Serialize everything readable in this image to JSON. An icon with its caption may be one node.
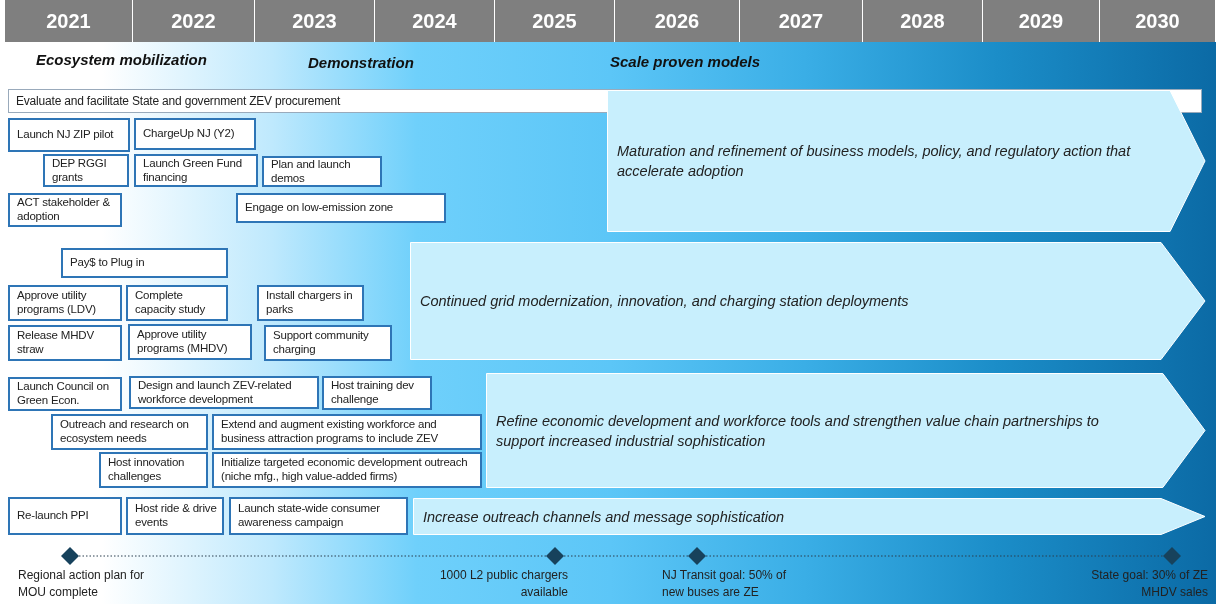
{
  "diagram": {
    "nodes": [
      {
        "text": [
          "2021"
        ]
      },
      {
        "text": [
          "2022"
        ]
      },
      {
        "text": [
          "2023"
        ]
      },
      {
        "text": [
          "2024"
        ]
      },
      {
        "text": [
          "2025"
        ]
      },
      {
        "text": [
          "2026"
        ]
      },
      {
        "text": [
          "2027"
        ]
      },
      {
        "text": [
          "2028"
        ]
      },
      {
        "text": [
          "2029"
        ]
      },
      {
        "text": [
          "2030"
        ]
      },
      {
        "text": [
          "Evaluate and facilitate State and government ZEV procurement"
        ]
      },
      {
        "text": [
          "Launch NJ ZIP pilot"
        ]
      },
      {
        "text": [
          "ChargeUp NJ (Y2)"
        ]
      },
      {
        "text": [
          "DEP RGGI grants"
        ]
      },
      {
        "text": [
          "Launch Green Fund financing"
        ]
      },
      {
        "text": [
          "Plan and launch demos"
        ]
      },
      {
        "text": [
          "ACT stakeholder & adoption"
        ]
      },
      {
        "text": [
          "Engage on low-emission zone"
        ]
      },
      {
        "text": [
          "Maturation and refinement of business models, policy, and regulatory action that accelerate adoption"
        ]
      },
      {
        "text": [
          "Pay$ to Plug in"
        ]
      },
      {
        "text": [
          "Approve utility programs (LDV)"
        ]
      },
      {
        "text": [
          "Complete capacity study"
        ]
      },
      {
        "text": [
          "Install chargers in parks"
        ]
      },
      {
        "text": [
          "Release MHDV straw"
        ]
      },
      {
        "text": [
          "Approve utility programs (MHDV)"
        ]
      },
      {
        "text": [
          "Support community charging"
        ]
      },
      {
        "text": [
          "Continued grid modernization, innovation, and charging station deployments"
        ]
      },
      {
        "text": [
          "Launch Council on Green Econ."
        ]
      },
      {
        "text": [
          "Design and launch ZEV-related workforce development"
        ]
      },
      {
        "text": [
          "Host training dev challenge"
        ]
      },
      {
        "text": [
          "Outreach and research on ecosystem needs"
        ]
      },
      {
        "text": [
          "Extend and augment existing workforce and business attraction programs to include ZEV"
        ]
      },
      {
        "text": [
          "Host innovation challenges"
        ]
      },
      {
        "text": [
          "Initialize targeted economic development outreach (niche mfg., high value-added firms)"
        ]
      },
      {
        "text": [
          "Refine economic development and workforce tools and strengthen value chain partnerships to support increased industrial sophistication"
        ]
      },
      {
        "text": [
          "Re-launch PPI"
        ]
      },
      {
        "text": [
          "Host ride & drive events"
        ]
      },
      {
        "text": [
          "Launch state-wide consumer awareness campaign"
        ]
      },
      {
        "text": [
          "Increase outreach channels and message sophistication"
        ]
      },
      {
        "text": [],
        "shape": "diamond",
        "beside": [
          "Regional action plan for MOU complete"
        ]
      },
      {
        "text": [],
        "shape": "diamond",
        "beside": [
          "1000 L2 public chargers available"
        ]
      },
      {
        "text": [],
        "shape": "diamond",
        "beside": [
          "NJ Transit goal: 50% of new buses are ZE"
        ]
      },
      {
        "text": [],
        "shape": "diamond",
        "beside": [
          "State goal: 30% of ZE MHDV sales"
        ]
      }
    ],
    "edges": [
      {
        "from": 39,
        "to": 40,
        "arrow": "none",
        "style": "dashed"
      },
      {
        "from": 40,
        "to": 41,
        "arrow": "none",
        "style": "dashed"
      },
      {
        "from": 41,
        "to": 42,
        "arrow": "none",
        "style": "dashed"
      }
    ],
    "labels": [
      "Ecosystem mobilization",
      "Demonstration",
      "Scale proven models"
    ]
  }
}
